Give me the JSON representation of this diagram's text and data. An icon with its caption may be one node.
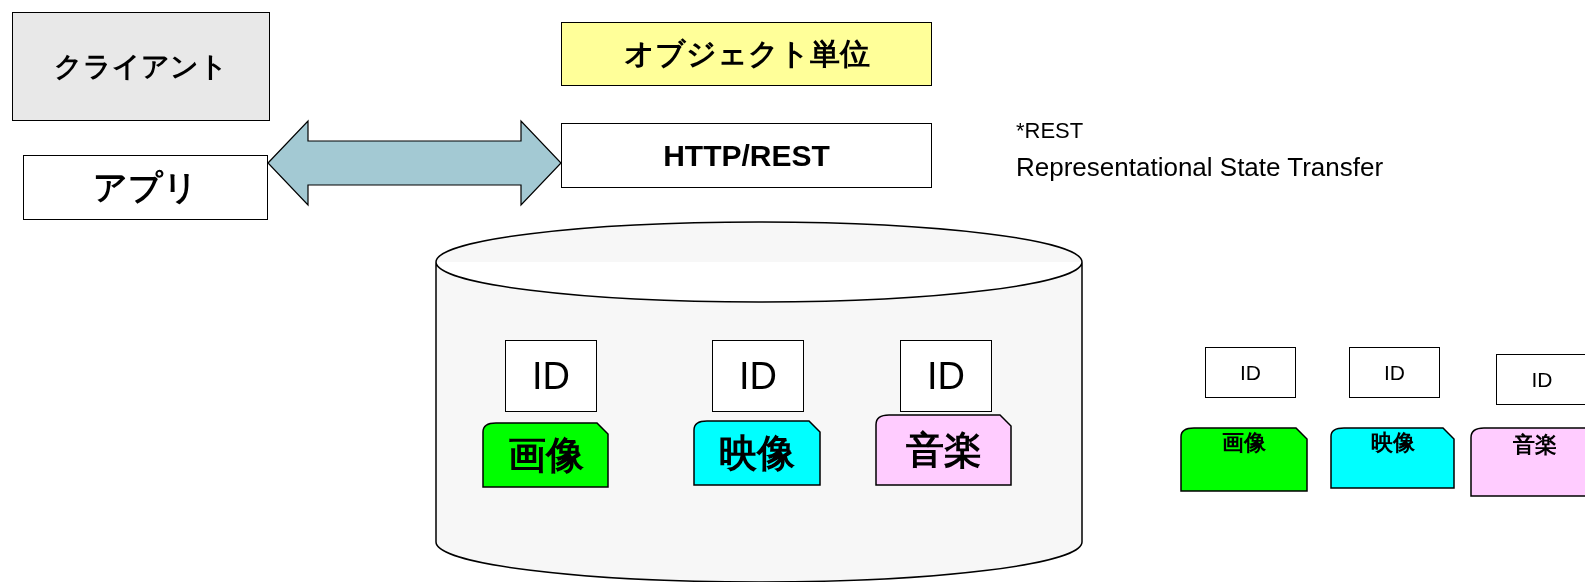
{
  "diagram": {
    "nodes": [
      {
        "text": [
          "クライアント"
        ]
      },
      {
        "text": [
          "アプリ"
        ]
      },
      {
        "text": [
          "オブジェクト単位"
        ]
      },
      {
        "text": [
          "HTTP/REST"
        ]
      },
      {
        "text": [],
        "shape": "cylinder"
      },
      {
        "text": [
          "ID"
        ],
        "in": 4
      },
      {
        "text": [
          "ID"
        ],
        "in": 4
      },
      {
        "text": [
          "ID"
        ],
        "in": 4
      },
      {
        "text": [
          "画像"
        ],
        "in": 4
      },
      {
        "text": [
          "映像"
        ],
        "in": 4
      },
      {
        "text": [
          "音楽"
        ],
        "in": 4
      },
      {
        "text": [
          "ID"
        ]
      },
      {
        "text": [
          "ID"
        ]
      },
      {
        "text": [
          "ID"
        ]
      },
      {
        "text": [
          "画像"
        ]
      },
      {
        "text": [
          "映像"
        ]
      },
      {
        "text": [
          "音楽"
        ]
      }
    ],
    "edges": [
      {
        "from": 1,
        "to": 3,
        "arrow": "both",
        "style": "thick"
      }
    ],
    "labels": [
      "*REST",
      "Representational State Transfer"
    ]
  }
}
